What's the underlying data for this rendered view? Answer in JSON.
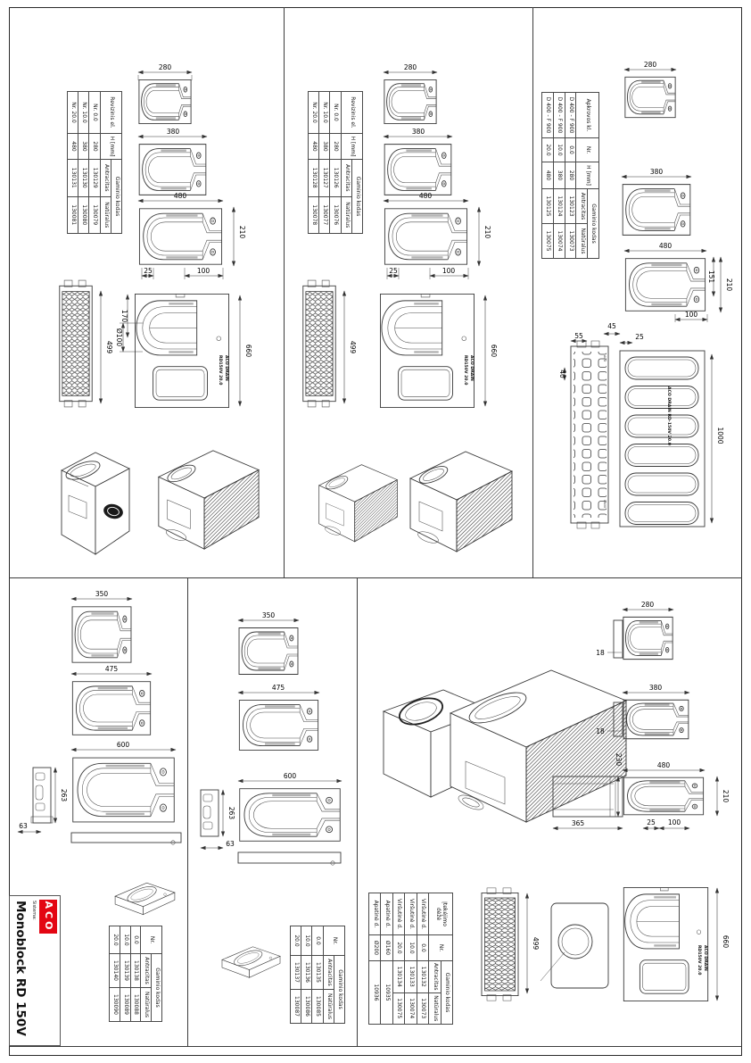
{
  "title_block": {
    "label": "Sistema:",
    "title": "Monoblock RD 150V",
    "logo": "ACO",
    "logo_color": "#e30613"
  },
  "marking": {
    "line1": "ACO DRAIN",
    "line2": "RD150V 20.0",
    "single": "ACO DRAIN RD-150V 20.0"
  },
  "tables": {
    "t1": {
      "h_el": "Revizinis el.",
      "h_h": "H [mm]",
      "h_code": "Gaminio kodas",
      "h_a": "Antracitas",
      "h_n": "Natūralus",
      "r0": [
        "Nr. 0.0",
        "280",
        "130129",
        "130079"
      ],
      "r1": [
        "Nr. 10.0",
        "380",
        "130130",
        "130080"
      ],
      "r2": [
        "Nr. 20.0",
        "480",
        "130131",
        "130081"
      ]
    },
    "t2": {
      "h_el": "Revizinis el.",
      "h_h": "H [mm]",
      "h_code": "Gaminio kodas",
      "h_a": "Antracitas",
      "h_n": "Natūralus",
      "r0": [
        "Nr. 0.0",
        "280",
        "130126",
        "130076"
      ],
      "r1": [
        "Nr. 10.0",
        "380",
        "130127",
        "130077"
      ],
      "r2": [
        "Nr. 20.0",
        "480",
        "130128",
        "130078"
      ]
    },
    "t3": {
      "h_kl": "Apkrovos kl.",
      "h_nr": "Nr.",
      "h_h": "H [mm]",
      "h_code": "Gaminio kodas",
      "h_a": "Antracitas",
      "h_n": "Natūralus",
      "r0": [
        "D 400 - F 900",
        "0.0",
        "280",
        "130123",
        "130073"
      ],
      "r1": [
        "D 400 - F 900",
        "10.0",
        "380",
        "130124",
        "130074"
      ],
      "r2": [
        "D 400 - F 900",
        "20.0",
        "480",
        "130125",
        "130075"
      ]
    },
    "t4": {
      "h_nr": "Nr.",
      "h_code": "Gaminio kodas",
      "h_a": "Antracitas",
      "h_n": "Natūralus",
      "r0": [
        "0.0",
        "130138",
        "130088"
      ],
      "r1": [
        "10.0",
        "130139",
        "130089"
      ],
      "r2": [
        "20.0",
        "130140",
        "130090"
      ]
    },
    "t5": {
      "h_nr": "Nr.",
      "h_code": "Gaminio kodas",
      "h_a": "Antracitas",
      "h_n": "Natūralus",
      "r0": [
        "0.0",
        "130135",
        "130085"
      ],
      "r1": [
        "10.0",
        "130136",
        "130086"
      ],
      "r2": [
        "20.0",
        "130137",
        "130087"
      ]
    },
    "t6": {
      "h_box": "Įtekėjimo dėžė",
      "h_nr": "Nr.",
      "h_code": "Gaminio kodas",
      "h_a": "Antracitas",
      "h_n": "Natūralus",
      "r0": [
        "Viršutinė d.",
        "0.0",
        "130132",
        "130073"
      ],
      "r1": [
        "Viršutinė d.",
        "10.0",
        "130133",
        "130074"
      ],
      "r2": [
        "Viršutinė d.",
        "20.0",
        "130134",
        "130075"
      ],
      "r3": [
        "Apatinė d.",
        "Ø160",
        "10935"
      ],
      "r4": [
        "Apatinė d.",
        "Ø200",
        "10936"
      ]
    }
  },
  "dims": {
    "p1": {
      "w280": "280",
      "w380": "380",
      "w480": "480",
      "h210": "210",
      "b100": "100",
      "b25": "25",
      "g499": "499",
      "v170": "170",
      "dia100": "Ø100",
      "l660": "660"
    },
    "p2": {
      "w280": "280",
      "w380": "380",
      "w480": "480",
      "h210": "210",
      "b100": "100",
      "b25": "25",
      "g499": "499",
      "l660": "660"
    },
    "p3": {
      "w280": "280",
      "w380": "380",
      "w480": "480",
      "h210": "210",
      "h151": "151",
      "b100": "100",
      "t55": "55",
      "t45": "45",
      "t25": "25",
      "p40": "40",
      "l1000": "1000",
      "g1": "ACO",
      "g2": "D400"
    },
    "p4": {
      "w350": "350",
      "w475": "475",
      "w600": "600",
      "h263": "263",
      "b63": "63"
    },
    "p5": {
      "w350": "350",
      "w475": "475",
      "w600": "600",
      "h263": "263",
      "b63": "63"
    },
    "p6": {
      "w280": "280",
      "w380": "380",
      "w480": "480",
      "s18a": "18",
      "s18b": "18",
      "h230": "230",
      "h210": "210",
      "b365": "365",
      "b25": "25",
      "b100": "100",
      "g499": "499",
      "l660": "660"
    }
  }
}
